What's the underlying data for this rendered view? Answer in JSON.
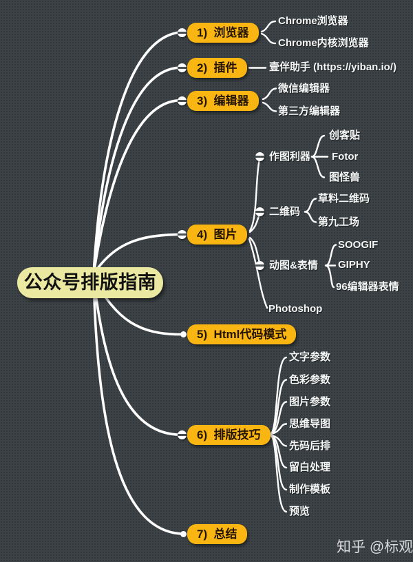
{
  "root": {
    "label": "公众号排版指南"
  },
  "watermark": {
    "label": "知乎 @标观"
  },
  "colors": {
    "background": "#3d4347",
    "background_dots": "#31383b",
    "branch_node_fill": "#f9b612",
    "branch_node_text": "#241402",
    "root_node_fill": "#ebe8a2",
    "root_node_text": "#121212",
    "wire": "#ffffff",
    "leaf_text": "#f5f6f6",
    "watermark_text": "#d8d9da"
  },
  "icons": {
    "collapse": "minus-circle-icon"
  },
  "branches": [
    {
      "label": "1)  浏览器",
      "children": [
        "Chrome浏览器",
        "Chrome内核浏览器"
      ]
    },
    {
      "label": "2)  插件",
      "children": [
        "壹伴助手 (https://yiban.io/)"
      ]
    },
    {
      "label": "3)  编辑器",
      "children": [
        "微信编辑器",
        "第三方编辑器"
      ]
    },
    {
      "label": "4)  图片",
      "subnodes": [
        {
          "label": "作图利器",
          "children": [
            "创客贴",
            "Fotor",
            "图怪兽"
          ]
        },
        {
          "label": "二维码",
          "children": [
            "草料二维码",
            "第九工场"
          ]
        },
        {
          "label": "动图&表情",
          "children": [
            "SOOGIF",
            "GIPHY",
            "96编辑器表情"
          ]
        },
        {
          "label": "Photoshop",
          "children": []
        }
      ]
    },
    {
      "label": "5)  Html代码模式",
      "children": []
    },
    {
      "label": "6)  排版技巧",
      "children": [
        "文字参数",
        "色彩参数",
        "图片参数",
        "思维导图",
        "先码后排",
        "留白处理",
        "制作模板",
        "预览"
      ]
    },
    {
      "label": "7)  总结",
      "children": []
    }
  ]
}
